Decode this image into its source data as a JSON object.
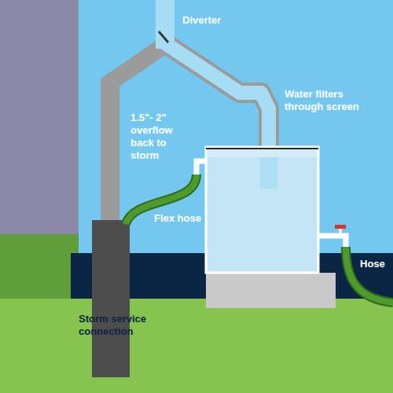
{
  "diagram": {
    "labels": [
      "Diverter",
      "Water filters through screen",
      "1.5\"- 2\" overflow back to storm",
      "Flex hose",
      "Hose",
      "Storm service connection"
    ]
  }
}
